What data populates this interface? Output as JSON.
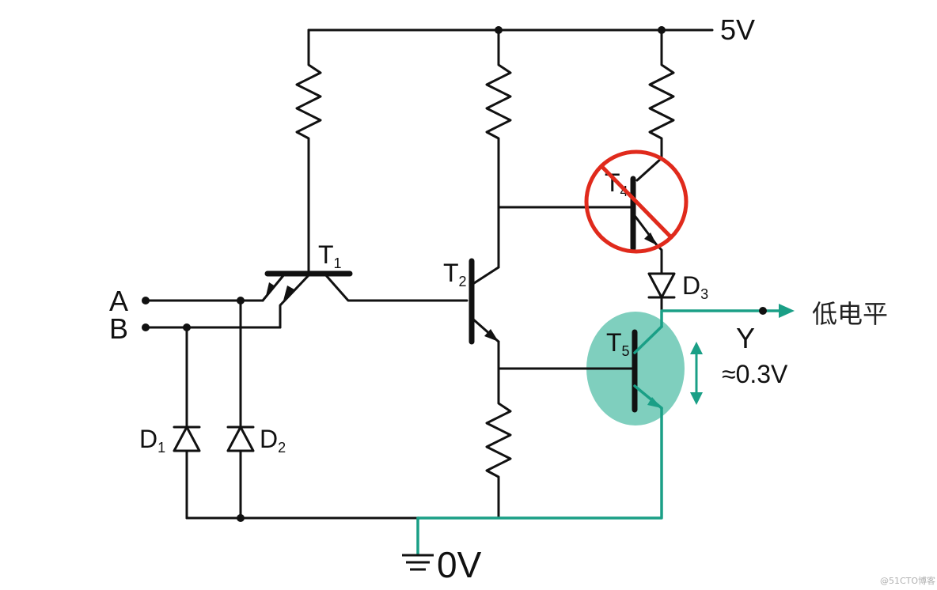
{
  "labels": {
    "supply": "5V",
    "ground": "0V",
    "input_a": "A",
    "input_b": "B",
    "output": "Y",
    "output_state": "低电平",
    "output_voltage": "≈0.3V",
    "t1": "T",
    "t1_sub": "1",
    "t2": "T",
    "t2_sub": "2",
    "t4": "T",
    "t4_sub": "4",
    "t5": "T",
    "t5_sub": "5",
    "d1": "D",
    "d1_sub": "1",
    "d2": "D",
    "d2_sub": "2",
    "d3": "D",
    "d3_sub": "3"
  },
  "watermark": "@51CTO博客",
  "colors": {
    "wire": "#111111",
    "highlight_path": "#1a9f86",
    "t5_highlight": "#7fcfbe",
    "t4_disabled": "#e02a1c"
  }
}
